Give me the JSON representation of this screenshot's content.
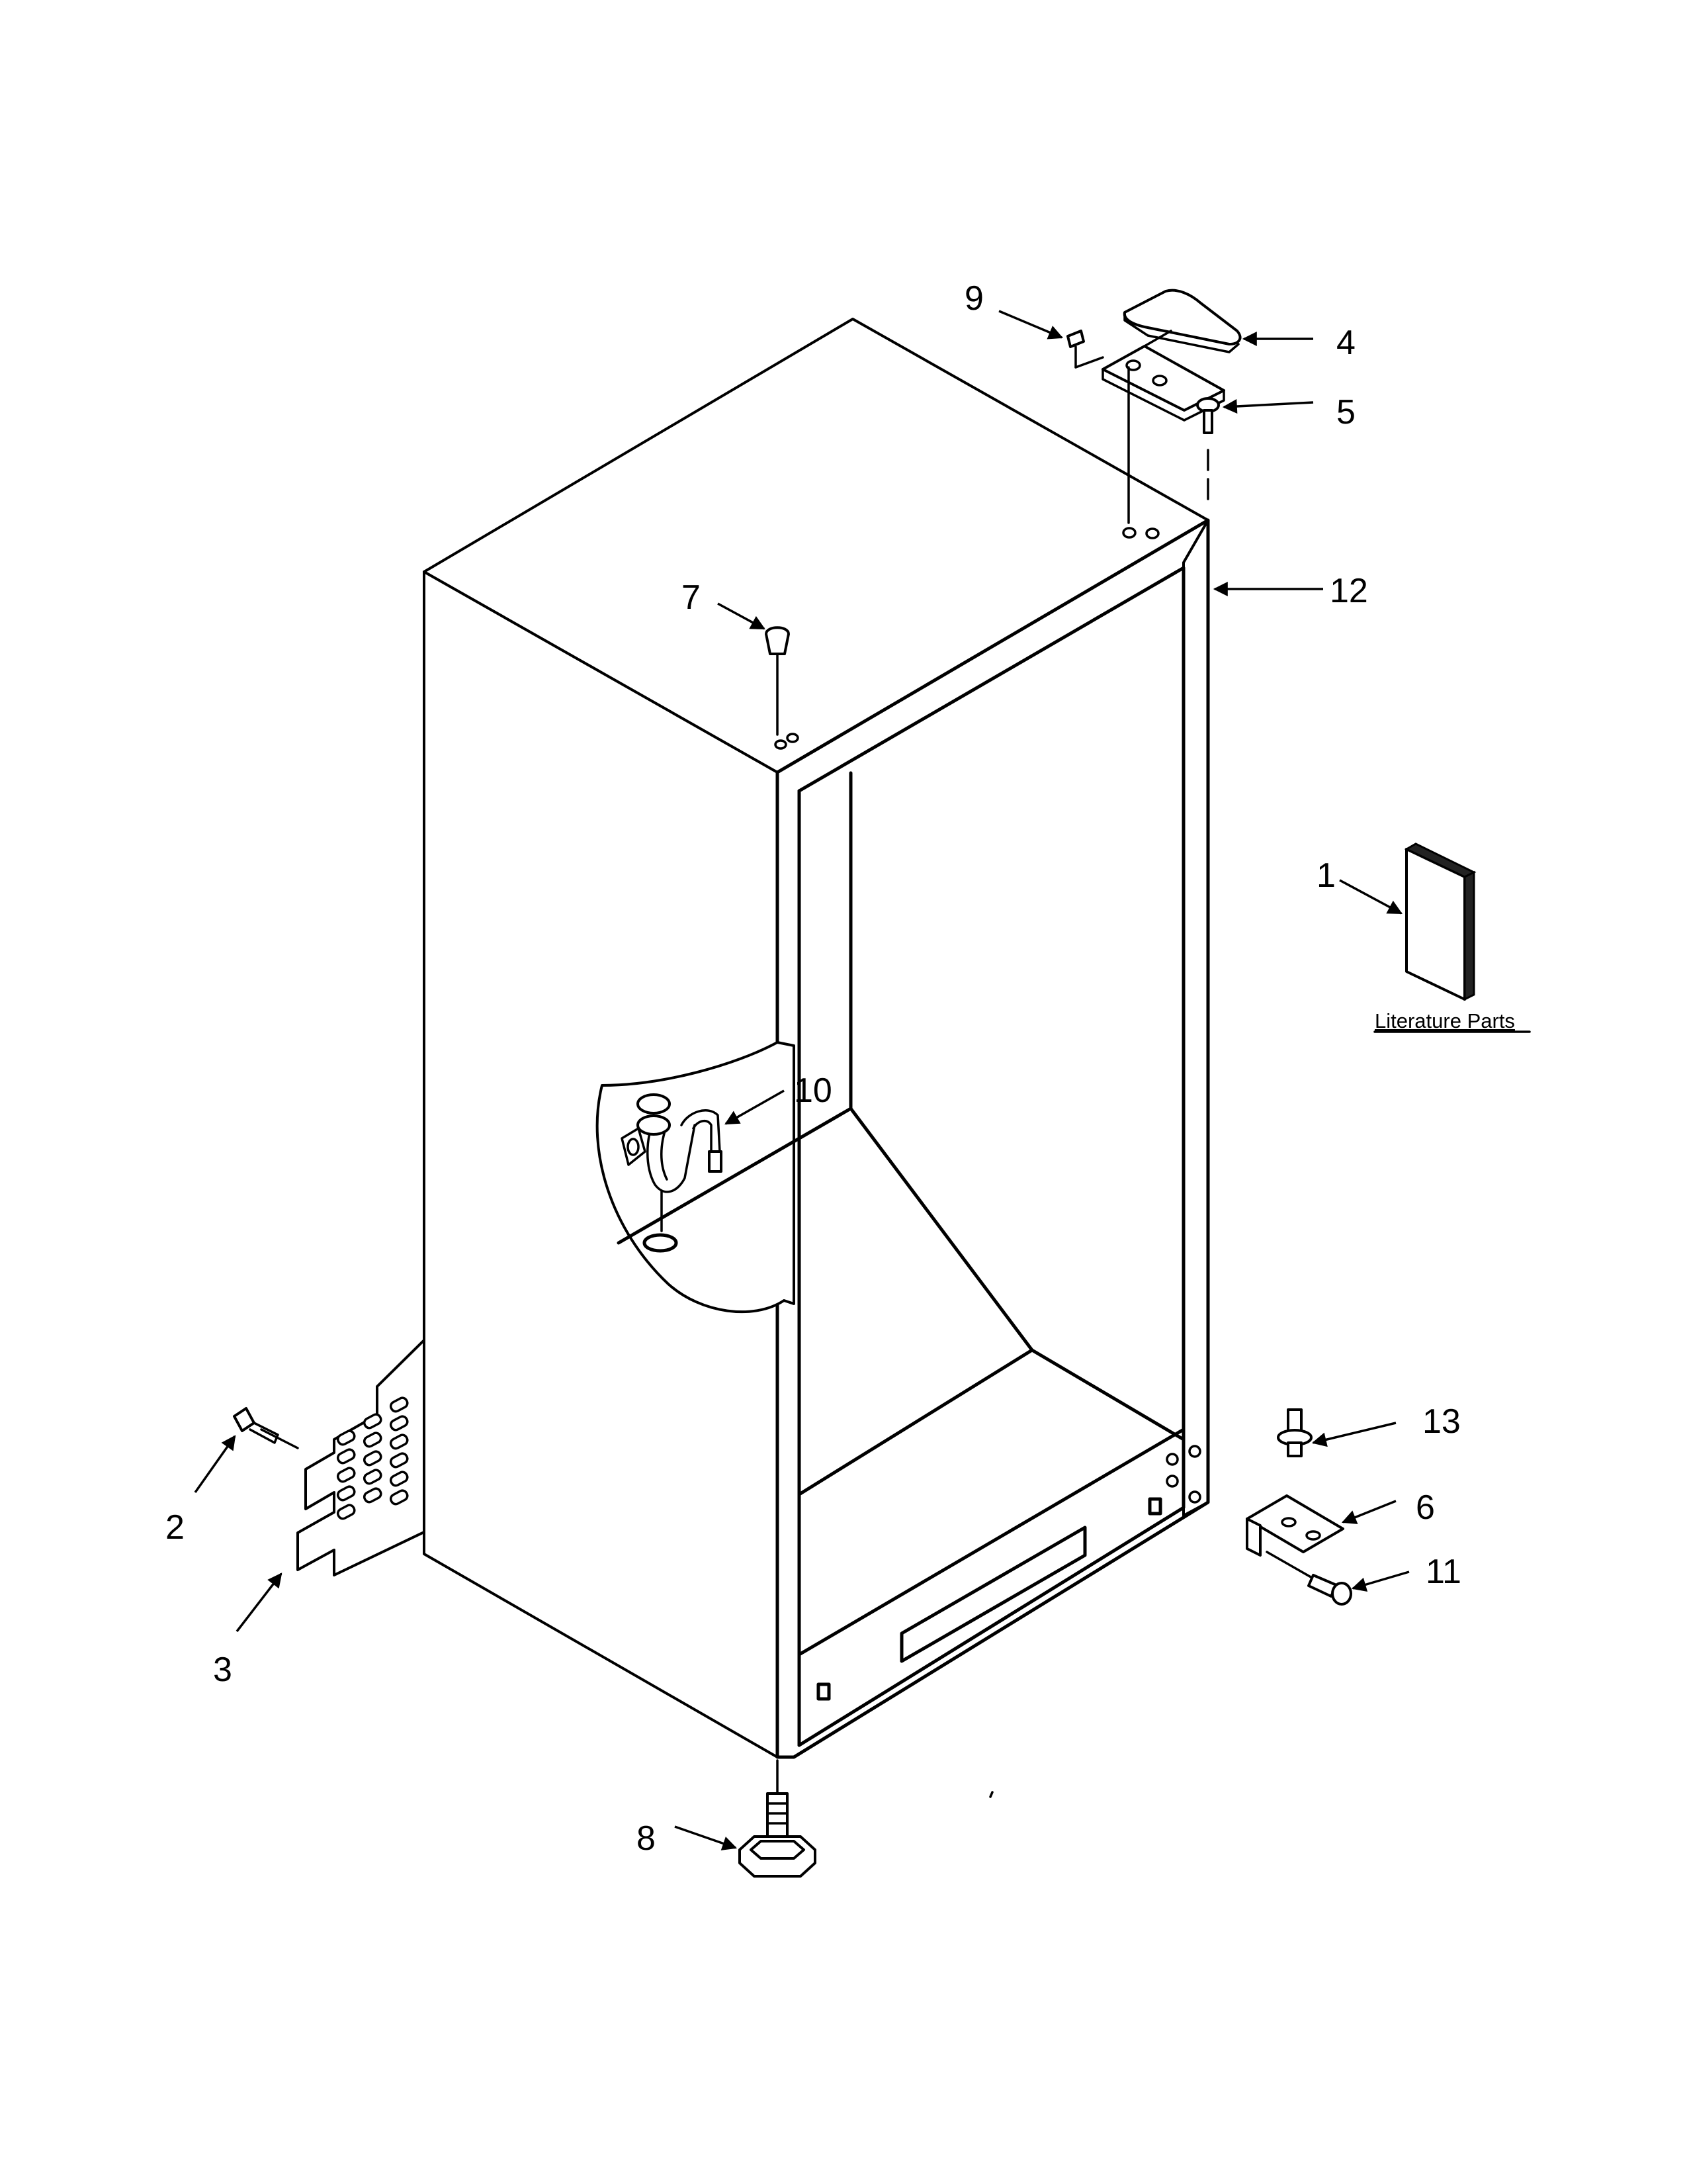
{
  "callouts": {
    "c1": "1",
    "c2": "2",
    "c3": "3",
    "c4": "4",
    "c5": "5",
    "c6": "6",
    "c7": "7",
    "c8": "8",
    "c9": "9",
    "c10": "10",
    "c11": "11",
    "c12": "12",
    "c13": "13"
  },
  "literature_label": "Literature Parts"
}
